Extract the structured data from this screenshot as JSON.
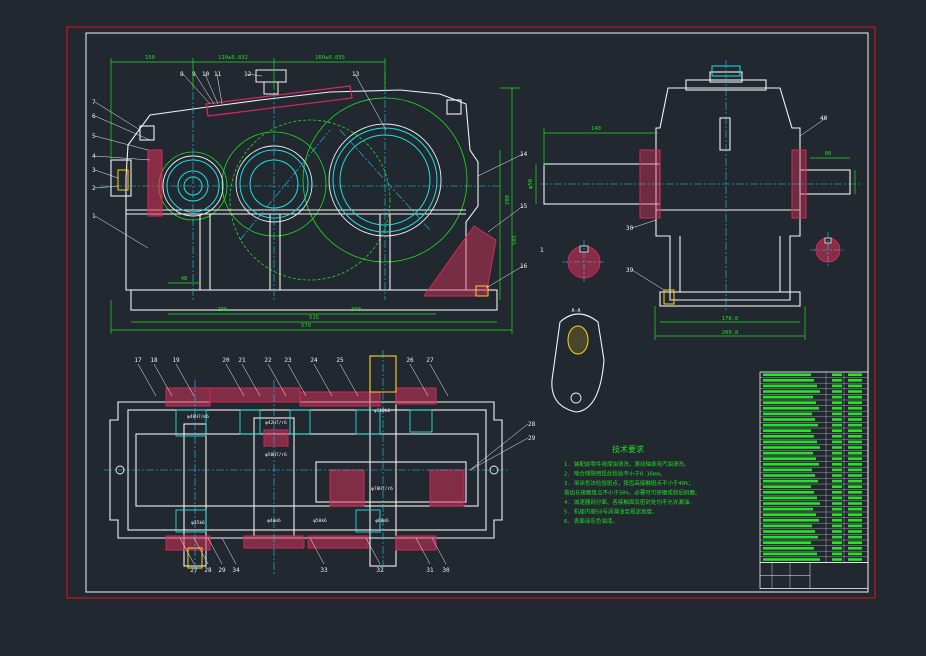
{
  "colors": {
    "background": "#212830",
    "frame_red": "#c8141e",
    "outline": "#f2f2f2",
    "dimension": "#22dd22",
    "centerline": "#22c8e6",
    "section": "#d2285a",
    "hatch": "#e0325a",
    "bearing": "#20e0e0",
    "accent": "#ffd21e",
    "table_fill": "#22e622"
  },
  "front_view": {
    "top_dims": [
      "150",
      "110±0.032",
      "160±0.035"
    ],
    "bottom_dims": [
      "48",
      "200",
      "300",
      "515",
      "570"
    ],
    "right_dims": [
      "280",
      "585"
    ],
    "callouts": [
      "1",
      "2",
      "3",
      "4",
      "5",
      "6",
      "7",
      "8",
      "9",
      "10",
      "11",
      "12",
      "13",
      "14",
      "15",
      "16"
    ]
  },
  "side_view": {
    "top_dim": "140",
    "right_dim": "80",
    "left_shaft_dim": "φ50",
    "bottom_dims": [
      "178.6",
      "209.8"
    ],
    "callouts": [
      "30",
      "39",
      "40"
    ],
    "section_callout": "1"
  },
  "section_marker": "A-A",
  "plan_view": {
    "callouts_top": [
      "17",
      "18",
      "19",
      "20",
      "21",
      "22",
      "23",
      "24",
      "25",
      "26",
      "27"
    ],
    "callouts_right": [
      "28",
      "29"
    ],
    "callouts_bottom": [
      "27",
      "28",
      "29",
      "34",
      "33",
      "32",
      "31",
      "30"
    ],
    "fits": [
      "φ40H7/m6",
      "φ42H7/r6",
      "φ35k6",
      "φ50H7/r6",
      "φ110k6",
      "φ70H7/r6",
      "φ60m6",
      "φ40m6",
      "φ50k6"
    ]
  },
  "notes": {
    "title": "技术要求",
    "items": [
      "1. 装配前零件用煤油清洗，滚动轴承用汽油清洗。",
      "2. 啮合侧隙用铅丝检验不小于0.16mm。",
      "3. 用涂色法检验斑点，按齿高接触斑点不小于40%；",
      "   按齿长接触斑点不小于50%，必要时可研磨或刮后研磨。",
      "4. 减速器剖分面、各接触面及密封处均不允许漏油。",
      "5. 机座内装50号润滑油至规定高度。",
      "6. 表面涂灰色油漆。"
    ]
  }
}
